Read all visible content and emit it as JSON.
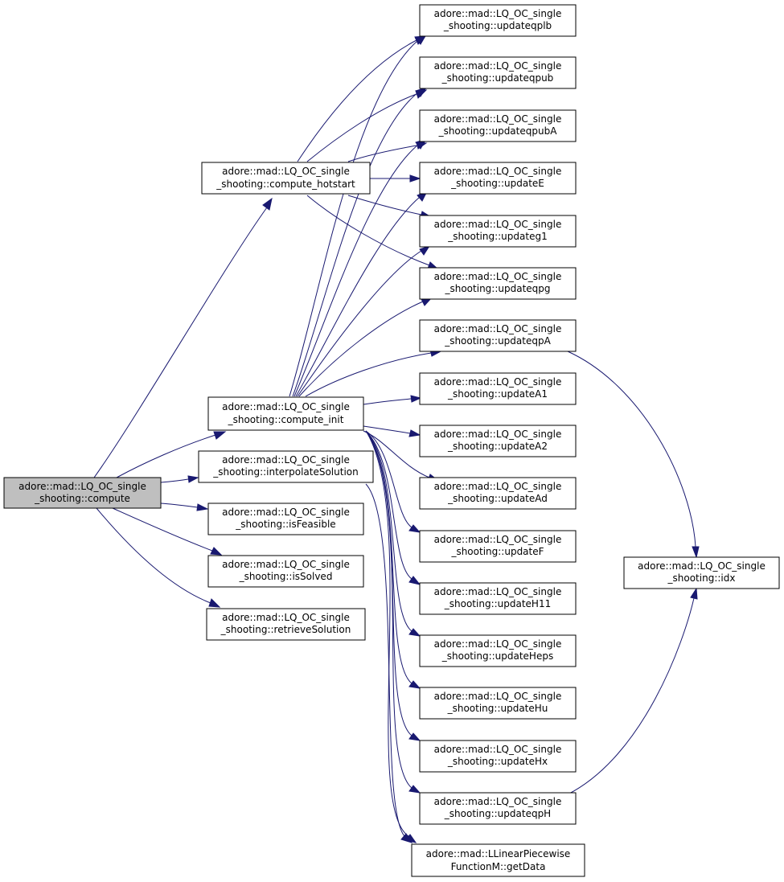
{
  "colors": {
    "edge": "#191970",
    "root_fill": "#bfbfbf",
    "node_fill": "#ffffff",
    "node_stroke": "#000000"
  },
  "nodes": {
    "compute": {
      "line1": "adore::mad::LQ_OC_single",
      "line2": "_shooting::compute"
    },
    "compute_hotstart": {
      "line1": "adore::mad::LQ_OC_single",
      "line2": "_shooting::compute_hotstart"
    },
    "compute_init": {
      "line1": "adore::mad::LQ_OC_single",
      "line2": "_shooting::compute_init"
    },
    "interpolateSolution": {
      "line1": "adore::mad::LQ_OC_single",
      "line2": "_shooting::interpolateSolution"
    },
    "isFeasible": {
      "line1": "adore::mad::LQ_OC_single",
      "line2": "_shooting::isFeasible"
    },
    "isSolved": {
      "line1": "adore::mad::LQ_OC_single",
      "line2": "_shooting::isSolved"
    },
    "retrieveSolution": {
      "line1": "adore::mad::LQ_OC_single",
      "line2": "_shooting::retrieveSolution"
    },
    "updateqplb": {
      "line1": "adore::mad::LQ_OC_single",
      "line2": "_shooting::updateqplb"
    },
    "updateqpub": {
      "line1": "adore::mad::LQ_OC_single",
      "line2": "_shooting::updateqpub"
    },
    "updateqpubA": {
      "line1": "adore::mad::LQ_OC_single",
      "line2": "_shooting::updateqpubA"
    },
    "updateE": {
      "line1": "adore::mad::LQ_OC_single",
      "line2": "_shooting::updateE"
    },
    "updateg1": {
      "line1": "adore::mad::LQ_OC_single",
      "line2": "_shooting::updateg1"
    },
    "updateqpg": {
      "line1": "adore::mad::LQ_OC_single",
      "line2": "_shooting::updateqpg"
    },
    "updateqpA": {
      "line1": "adore::mad::LQ_OC_single",
      "line2": "_shooting::updateqpA"
    },
    "updateA1": {
      "line1": "adore::mad::LQ_OC_single",
      "line2": "_shooting::updateA1"
    },
    "updateA2": {
      "line1": "adore::mad::LQ_OC_single",
      "line2": "_shooting::updateA2"
    },
    "updateAd": {
      "line1": "adore::mad::LQ_OC_single",
      "line2": "_shooting::updateAd"
    },
    "updateF": {
      "line1": "adore::mad::LQ_OC_single",
      "line2": "_shooting::updateF"
    },
    "updateH11": {
      "line1": "adore::mad::LQ_OC_single",
      "line2": "_shooting::updateH11"
    },
    "updateHeps": {
      "line1": "adore::mad::LQ_OC_single",
      "line2": "_shooting::updateHeps"
    },
    "updateHu": {
      "line1": "adore::mad::LQ_OC_single",
      "line2": "_shooting::updateHu"
    },
    "updateHx": {
      "line1": "adore::mad::LQ_OC_single",
      "line2": "_shooting::updateHx"
    },
    "updateqpH": {
      "line1": "adore::mad::LQ_OC_single",
      "line2": "_shooting::updateqpH"
    },
    "getData": {
      "line1": "adore::mad::LLinearPiecewise",
      "line2": "FunctionM::getData"
    },
    "idx": {
      "line1": "adore::mad::LQ_OC_single",
      "line2": "_shooting::idx"
    }
  }
}
